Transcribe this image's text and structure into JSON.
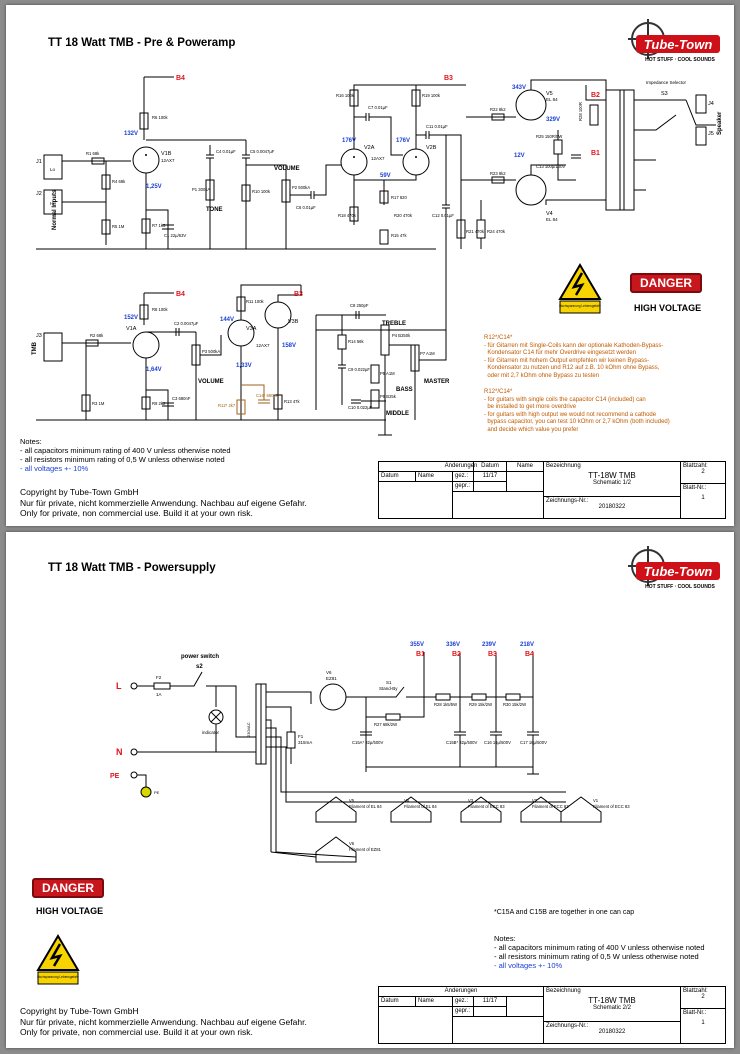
{
  "sheet1": {
    "title": "TT 18 Watt TMB - Pre & Poweramp",
    "voltages_red": [
      "B4",
      "B3",
      "B2",
      "B1",
      "B4",
      "B3"
    ],
    "voltages_blue": [
      "132V",
      "1,25V",
      "176V",
      "176V",
      "59V",
      "343V",
      "329V",
      "12V",
      "152V",
      "1,64V",
      "144V",
      "1,33V",
      "158V"
    ],
    "labels": [
      "Normal Inputs",
      "TMB",
      "TONE",
      "VOLUME",
      "VOLUME",
      "TREBLE",
      "BASS",
      "MIDDLE",
      "MASTER",
      "Impedance Selector",
      "Speaker",
      "J1",
      "J2",
      "J3",
      "J4",
      "J5",
      "V1B",
      "V2A",
      "V2B",
      "V1A",
      "V3A",
      "V3B",
      "V5",
      "V4",
      "12AX7",
      "12AX7",
      "12AX7",
      "EL 84",
      "EL 84",
      "S3",
      "Lo",
      "Hi"
    ],
    "components": [
      "R1 68k",
      "R4 68k",
      "R5 1M",
      "R6 100k",
      "R7 1k5",
      "C1 22µ/63V",
      "C4 0.01µF",
      "C5 0.0047µF",
      "P1 300kA",
      "R10 100k",
      "P2 500kA",
      "C6 0.01µF",
      "R16 100k",
      "R19 100k",
      "C7 0.01µF",
      "C11 0.01µF",
      "R17 820",
      "R18 470k",
      "R20 470k",
      "R15 47k",
      "C12 0.01µF",
      "R21 470k",
      "R24 470k",
      "R22 8k2",
      "R23 8k2",
      "R25 150R/5W",
      "C13 100µ/100V",
      "R28 100R",
      "R2 68k",
      "R3 1M",
      "R8 100k",
      "R9 2k2",
      "C3 680nF",
      "C2 0.0047µF",
      "P3 500kA",
      "R11 100k",
      "R12* 2k7",
      "C14* 680nF",
      "R13 47k",
      "C8 250pF",
      "R14 56k",
      "C9 0.022µF",
      "C10 0.022µF",
      "P4 B250k",
      "P5 A1M",
      "P6 B25k",
      "P7 A1M"
    ],
    "danger_label": "DANGER",
    "danger_sub": "HIGH VOLTAGE",
    "warn_sign_text": "Hochspannung Lebensgefahr",
    "note_de": "R12*/C14*\n- für Gitarren mit Single-Coils kann der optionale Kathoden-Bypass-\n  Kondensator C14 für mehr Overdrive eingesetzt werden\n- für Gitarren mit hohem Output empfehlen wir keinen Bypass-\n  Kondensator zu nutzen und R12 auf z.B. 10 kOhm ohne Bypass,\n  oder mit 2,7 kOhm ohne Bypass zu testen",
    "note_en": "R12*/C14*\n- for guitars with single coils the capacitor C14 (included) can\n  be installed to get more overdrive\n- for guitars with high output we would not recommend a cathode\n  bypass capacitor, you can test 10 kOhm or 2,7 kOhm (both included)\n  and decide which value you prefer",
    "notes_head": "Notes:",
    "notes": [
      "- all capacitors minimum rating of 400 V unless otherwise noted",
      "- all resistors minimum rating of 0,5 W unless otherwise noted"
    ],
    "notes_blue": "- all voltages +- 10%",
    "copyright": [
      "Copyright by Tube-Town GmbH",
      "Nur für private, nicht kommerzielle Anwendung. Nachbau auf eigene Gefahr.",
      "Only for private, non commercial use. Build it at your own risk."
    ],
    "tb": {
      "aenderungen": "Änderungen",
      "datum": "Datum",
      "name": "Name",
      "gez": "gez.:",
      "gepr": "gepr.:",
      "gez_date": "11/17",
      "bezeichnung": "Bezeichnung",
      "bez_val": "TT-18W TMB",
      "bez_sub": "Schematic 1/2",
      "zeichnung": "Zeichnungs-Nr.:",
      "zeich_val": "20180322",
      "blattzahl": "Blattzahl:",
      "blattzahl_val": "2",
      "blattnr": "Blatt-Nr.:",
      "blattnr_val": "1"
    }
  },
  "sheet2": {
    "title": "TT 18 Watt TMB - Powersupply",
    "rails_blue": [
      "355V",
      "336V",
      "239V",
      "218V"
    ],
    "rails_red": [
      "B1",
      "B2",
      "B3",
      "B4"
    ],
    "labels": [
      "power switch",
      "s2",
      "L",
      "N",
      "PE",
      "indicator",
      "S1",
      "Stand-By",
      "V6",
      "EZ81",
      "F2",
      "1A",
      "F1",
      "315mA",
      "230VAC",
      "PE"
    ],
    "components": [
      "R27 68k/2W",
      "R28 1k5/5W",
      "R29 15k/2W",
      "R30 15k/2W",
      "C15A* 32µ/500V",
      "C15B* 32µ/500V",
      "C16 16µ/500V",
      "C17 16µ/500V"
    ],
    "filaments": [
      {
        "tube": "V5",
        "desc": "Filament of EL 84"
      },
      {
        "tube": "V4",
        "desc": "Filament of EL 84"
      },
      {
        "tube": "V3",
        "desc": "Filament of ECC 83"
      },
      {
        "tube": "V2",
        "desc": "Filament of ECC 83"
      },
      {
        "tube": "V1",
        "desc": "Filament of ECC 83"
      },
      {
        "tube": "V6",
        "desc": "Filament of EZ81"
      }
    ],
    "cap_note": "*C15A and C15B are together in one can cap",
    "danger_label": "DANGER",
    "danger_sub": "HIGH VOLTAGE",
    "warn_sign_text": "Hochspannung Lebensgefahr",
    "notes_head": "Notes:",
    "notes": [
      "- all capacitors minimum rating of 400 V unless otherwise noted",
      "- all resistors minimum rating of 0,5 W unless otherwise noted"
    ],
    "notes_blue": "- all voltages +- 10%",
    "copyright": [
      "Copyright by Tube-Town GmbH",
      "Nur für private, nicht kommerzielle Anwendung. Nachbau auf eigene Gefahr.",
      "Only for private, non commercial use. Build it at your own risk."
    ],
    "tb": {
      "aenderungen": "Änderungen",
      "datum": "Datum",
      "name": "Name",
      "gez": "gez.:",
      "gepr": "gepr.:",
      "gez_date": "11/17",
      "bezeichnung": "Bezeichnung",
      "bez_val": "TT-18W TMB",
      "bez_sub": "Schematic 2/2",
      "zeichnung": "Zeichnungs-Nr.:",
      "zeich_val": "20180322",
      "blattzahl": "Blattzahl:",
      "blattzahl_val": "2",
      "blattnr": "Blatt-Nr.:",
      "blattnr_val": "1"
    }
  },
  "logo": {
    "name": "Tube-Town",
    "tagline": "HOT STUFF · COOL SOUNDS"
  },
  "colors": {
    "red": "#e0141b",
    "blue": "#1a3fd6",
    "orange": "#c05a00",
    "wire": "#000000",
    "bg": "#8c8c8c"
  }
}
